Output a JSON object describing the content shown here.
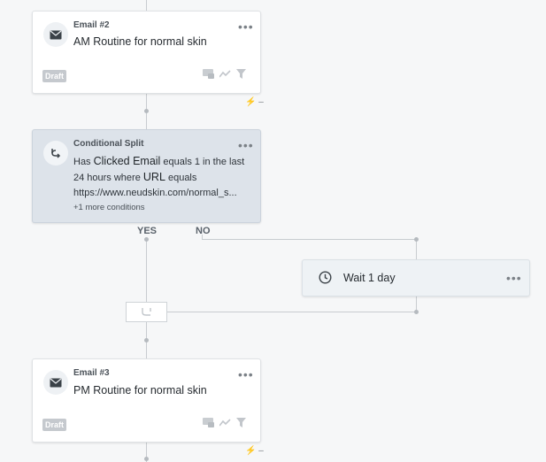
{
  "email2": {
    "label": "Email #2",
    "title": "AM Routine for normal skin",
    "badge": "Draft",
    "menu": "•••",
    "icons": [
      "message-icon",
      "analytics-icon",
      "filter-icon"
    ]
  },
  "trigger_meta_1": "⚡ –",
  "split": {
    "label": "Conditional Split",
    "menu": "•••",
    "cond_a": "Has ",
    "cond_metric": "Clicked Email",
    "cond_b": " equals 1 in the last 24 hours where ",
    "cond_field": "URL",
    "cond_c": " equals",
    "cond_url": "https://www.neudskin.com/normal_s...",
    "more": "+1 more conditions"
  },
  "branches": {
    "yes": "YES",
    "no": "NO"
  },
  "wait": {
    "title": "Wait 1 day",
    "menu": "•••",
    "icon": "clock-icon"
  },
  "email3": {
    "label": "Email #3",
    "title": "PM Routine for normal skin",
    "badge": "Draft",
    "menu": "•••",
    "icons": [
      "message-icon",
      "analytics-icon",
      "filter-icon"
    ]
  },
  "trigger_meta_2": "⚡ –"
}
